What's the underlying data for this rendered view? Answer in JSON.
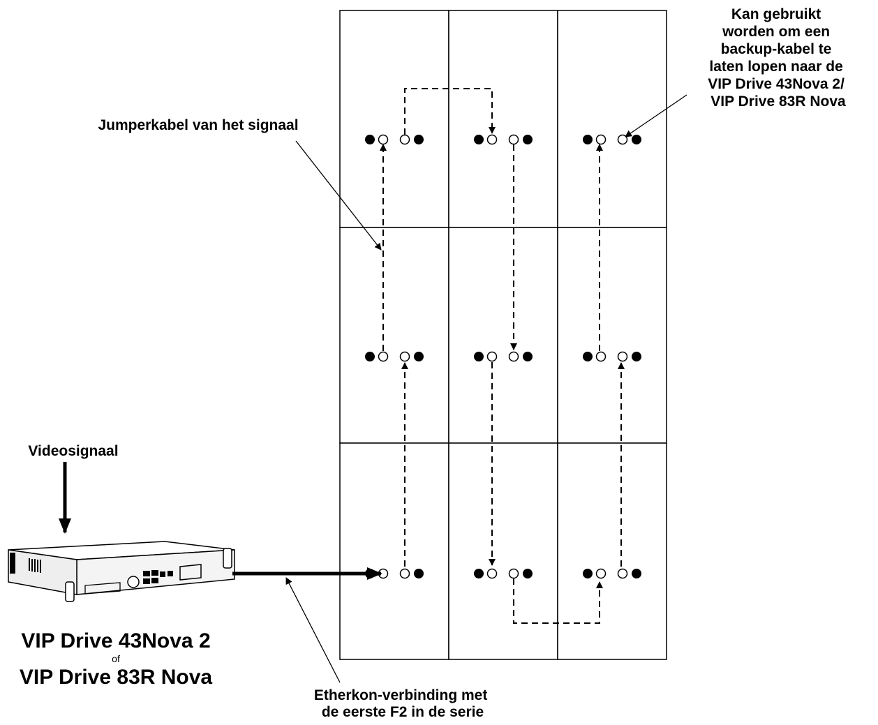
{
  "labels": {
    "jumper_cable": "Jumperkabel van het signaal",
    "backup_cable_lines": [
      "Kan gebruikt",
      "worden om een",
      "backup-kabel te",
      "laten lopen naar de",
      "VIP Drive 43Nova 2/",
      "VIP Drive 83R Nova"
    ],
    "video_signal": "Videosignaal",
    "controller_line1": "VIP Drive 43Nova 2",
    "controller_or": "of",
    "controller_line2": "VIP Drive 83R Nova",
    "etherkon_lines": [
      "Etherkon-verbinding met",
      "de eerste F2 in de serie"
    ]
  },
  "wall": {
    "columns": 3,
    "rows": 3
  },
  "colors": {
    "line": "#000000",
    "panel_fill": "#ffffff",
    "device_body": "#f4f4f4"
  },
  "icons": [
    "processor-device-icon"
  ]
}
